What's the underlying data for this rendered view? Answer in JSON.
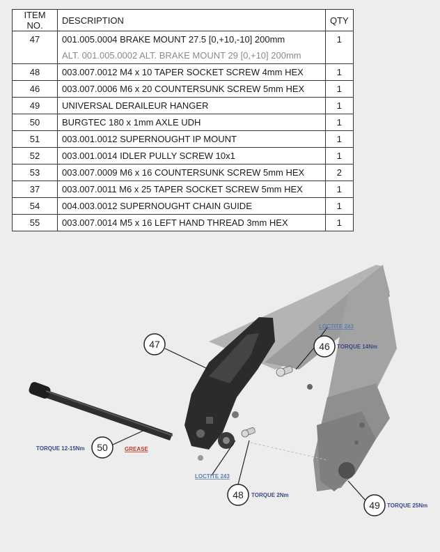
{
  "table": {
    "headers": {
      "item": "ITEM NO.",
      "description": "DESCRIPTION",
      "qty": "QTY"
    },
    "rows": [
      {
        "item": "47",
        "description": "001.005.0004 BRAKE MOUNT 27.5 [0,+10,-10] 200mm",
        "alt": "ALT. 001.005.0002 ALT. BRAKE MOUNT 29 [0,+10] 200mm",
        "qty": "1"
      },
      {
        "item": "48",
        "description": "003.007.0012 M4 x 10 TAPER SOCKET SCREW 4mm HEX",
        "qty": "1"
      },
      {
        "item": "46",
        "description": "003.007.0006 M6 x 20 COUNTERSUNK SCREW 5mm HEX",
        "qty": "1"
      },
      {
        "item": "49",
        "description": "UNIVERSAL DERAILEUR HANGER",
        "qty": "1"
      },
      {
        "item": "50",
        "description": "BURGTEC 180 x 1mm AXLE UDH",
        "qty": "1"
      },
      {
        "item": "51",
        "description": "003.001.0012 SUPERNOUGHT IP MOUNT",
        "qty": "1"
      },
      {
        "item": "52",
        "description": "003.001.0014 IDLER PULLY SCREW 10x1",
        "qty": "1"
      },
      {
        "item": "53",
        "description": "003.007.0009 M6 x 16 COUNTERSUNK SCREW 5mm HEX",
        "qty": "2"
      },
      {
        "item": "37",
        "description": "003.007.0011 M6 x 25 TAPER SOCKET SCREW 5mm HEX",
        "qty": "1"
      },
      {
        "item": "54",
        "description": "004.003.0012 SUPERNOUGHT CHAIN GUIDE",
        "qty": "1"
      },
      {
        "item": "55",
        "description": "003.007.0014 M5 x 16 LEFT HAND THREAD 3mm HEX",
        "qty": "1"
      }
    ]
  },
  "diagram": {
    "callouts": {
      "c47": "47",
      "c46": "46",
      "c50": "50",
      "c48": "48",
      "c49": "49"
    },
    "annotations": {
      "loctite_top": "LOCTITE 243",
      "torque_46": "TORQUE 14Nm",
      "torque_50": "TORQUE 12-15Nm",
      "grease": "GREASE",
      "loctite_bottom": "LOCTITE 243",
      "torque_48": "TORQUE 2Nm",
      "torque_49": "TORQUE 25Nm"
    },
    "colors": {
      "frame": "#a9a9a9",
      "frame_dark": "#8e8e8e",
      "part": "#2b2b2b",
      "label_blue": "#3b4a86",
      "label_red": "#c0392b",
      "loctite_blue": "#5a7fb0"
    }
  }
}
